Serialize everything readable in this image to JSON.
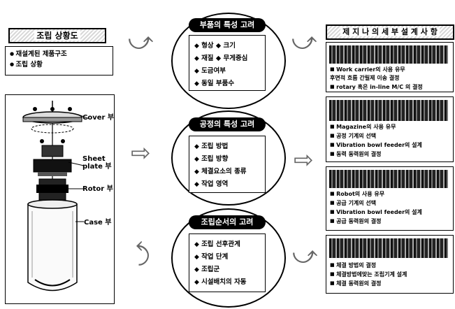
{
  "left_panel": {
    "title": "조립 상황도",
    "items": [
      "재설계된 제품구조",
      "조립 상황"
    ],
    "labels": {
      "cover": "Cover 부",
      "sheet": "Sheet\nplate 부",
      "rotor": "Rotor 부",
      "case": "Case 부"
    }
  },
  "center": {
    "top": {
      "title": "부품의 특성 고려",
      "items": [
        "형상 ◆ 크기",
        "재질 ◆ 무게중심",
        "도금여부",
        "동일 부품수"
      ]
    },
    "middle": {
      "title": "공정의 특성 고려",
      "items": [
        "조립 방법",
        "조립 방향",
        "체결요소의 종류",
        "작업 영역"
      ]
    },
    "bottom": {
      "title": "조립순서의 고려",
      "items": [
        "조립 선후관계",
        "작업 단계",
        "조립군",
        "시설배치의 자동"
      ]
    }
  },
  "right": {
    "title": "제 지 나 의 세 부 설 계 사 항",
    "sections": [
      {
        "items": [
          "Work carrier의 사용 유무",
          "후면적 흐름 간릴제 이송 결정",
          "rotary 혹은 in-line M/C 의 결정"
        ]
      },
      {
        "items": [
          "Magazine의 사용 유무",
          "공정 기계의 선택",
          "Vibration bowl feeder의 설계",
          "동력 동력원의 결정"
        ]
      },
      {
        "items": [
          "Robot의 사용 유무",
          "공급 기계의 선택",
          "Vibration bowl feeder의 설계",
          "공급 동력원의 결정"
        ]
      },
      {
        "items": [
          "체결 방법의 결정",
          "체결방법에맞는 조립기계 설계",
          "체결 동력원의 결정"
        ]
      }
    ]
  }
}
